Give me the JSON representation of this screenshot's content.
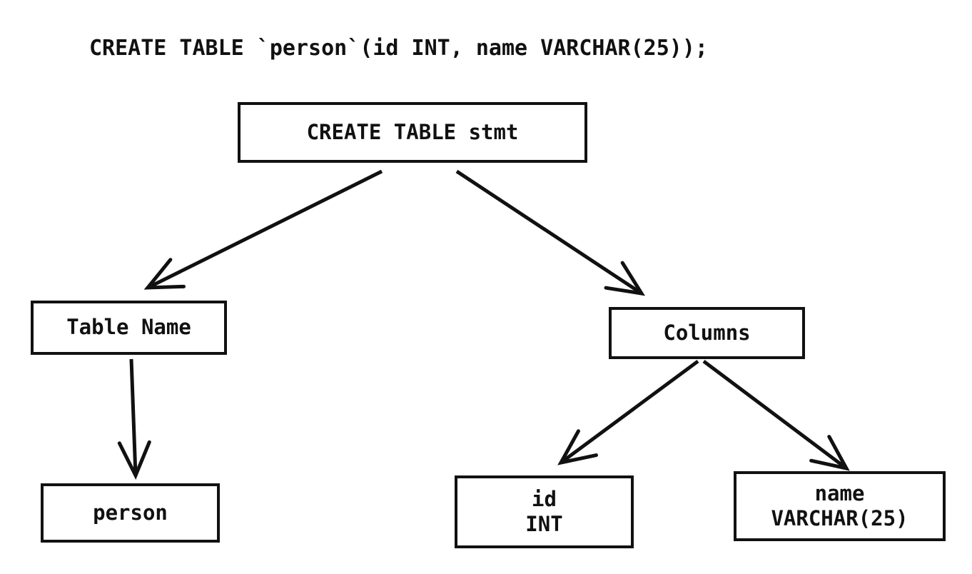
{
  "sql_statement": "CREATE TABLE `person`(id INT, name VARCHAR(25));",
  "diagram": {
    "type": "parse-tree",
    "colors": {
      "stroke": "#111111",
      "background": "#ffffff"
    },
    "nodes": {
      "root": {
        "label": "CREATE TABLE stmt"
      },
      "table_name": {
        "label": "Table Name"
      },
      "columns": {
        "label": "Columns"
      },
      "person": {
        "label": "person"
      },
      "id_col": {
        "line1": "id",
        "line2": "INT"
      },
      "name_col": {
        "line1": "name",
        "line2": "VARCHAR(25)"
      }
    },
    "edges": [
      {
        "from": "CREATE TABLE stmt",
        "to": "Table Name"
      },
      {
        "from": "CREATE TABLE stmt",
        "to": "Columns"
      },
      {
        "from": "Table Name",
        "to": "person"
      },
      {
        "from": "Columns",
        "to": "id INT"
      },
      {
        "from": "Columns",
        "to": "name VARCHAR(25)"
      }
    ]
  }
}
